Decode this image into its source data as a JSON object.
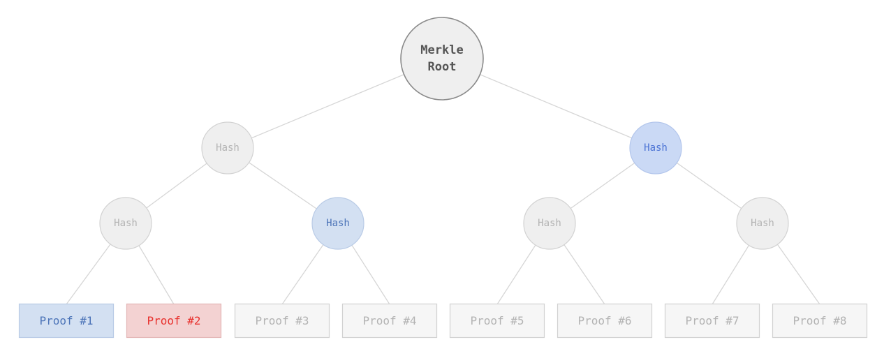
{
  "colors": {
    "edge": "#d6d6d6",
    "default_fill": "#efefef",
    "default_stroke": "#d2d2d2",
    "default_text": "#b3b3b3",
    "root_fill": "#efefef",
    "root_stroke": "#8a8a8a",
    "root_text": "#555555",
    "blue_fill": "#d3e0f2",
    "blue_stroke": "#b9cbe6",
    "blue_text": "#4c74b8",
    "bright_blue_fill": "#cad9f5",
    "bright_blue_stroke": "#b3c6ec",
    "bright_blue_text": "#4a72d4",
    "red_fill": "#f3d2d2",
    "red_stroke": "#e3b6b6",
    "red_text": "#e8322e"
  },
  "tree": {
    "root": {
      "id": "merkle-root",
      "lines": [
        "Merkle",
        "Root"
      ],
      "state": "root"
    },
    "level1": [
      {
        "id": "hash-l1-left",
        "label": "Hash",
        "state": "default"
      },
      {
        "id": "hash-l1-right",
        "label": "Hash",
        "state": "bright_blue"
      }
    ],
    "level2": [
      {
        "id": "hash-l2-1",
        "label": "Hash",
        "state": "default"
      },
      {
        "id": "hash-l2-2",
        "label": "Hash",
        "state": "blue"
      },
      {
        "id": "hash-l2-3",
        "label": "Hash",
        "state": "default"
      },
      {
        "id": "hash-l2-4",
        "label": "Hash",
        "state": "default"
      }
    ],
    "leaves": [
      {
        "id": "proof-1",
        "label": "Proof #1",
        "state": "blue"
      },
      {
        "id": "proof-2",
        "label": "Proof #2",
        "state": "red"
      },
      {
        "id": "proof-3",
        "label": "Proof #3",
        "state": "default"
      },
      {
        "id": "proof-4",
        "label": "Proof #4",
        "state": "default"
      },
      {
        "id": "proof-5",
        "label": "Proof #5",
        "state": "default"
      },
      {
        "id": "proof-6",
        "label": "Proof #6",
        "state": "default"
      },
      {
        "id": "proof-7",
        "label": "Proof #7",
        "state": "default"
      },
      {
        "id": "proof-8",
        "label": "Proof #8",
        "state": "default"
      }
    ]
  }
}
